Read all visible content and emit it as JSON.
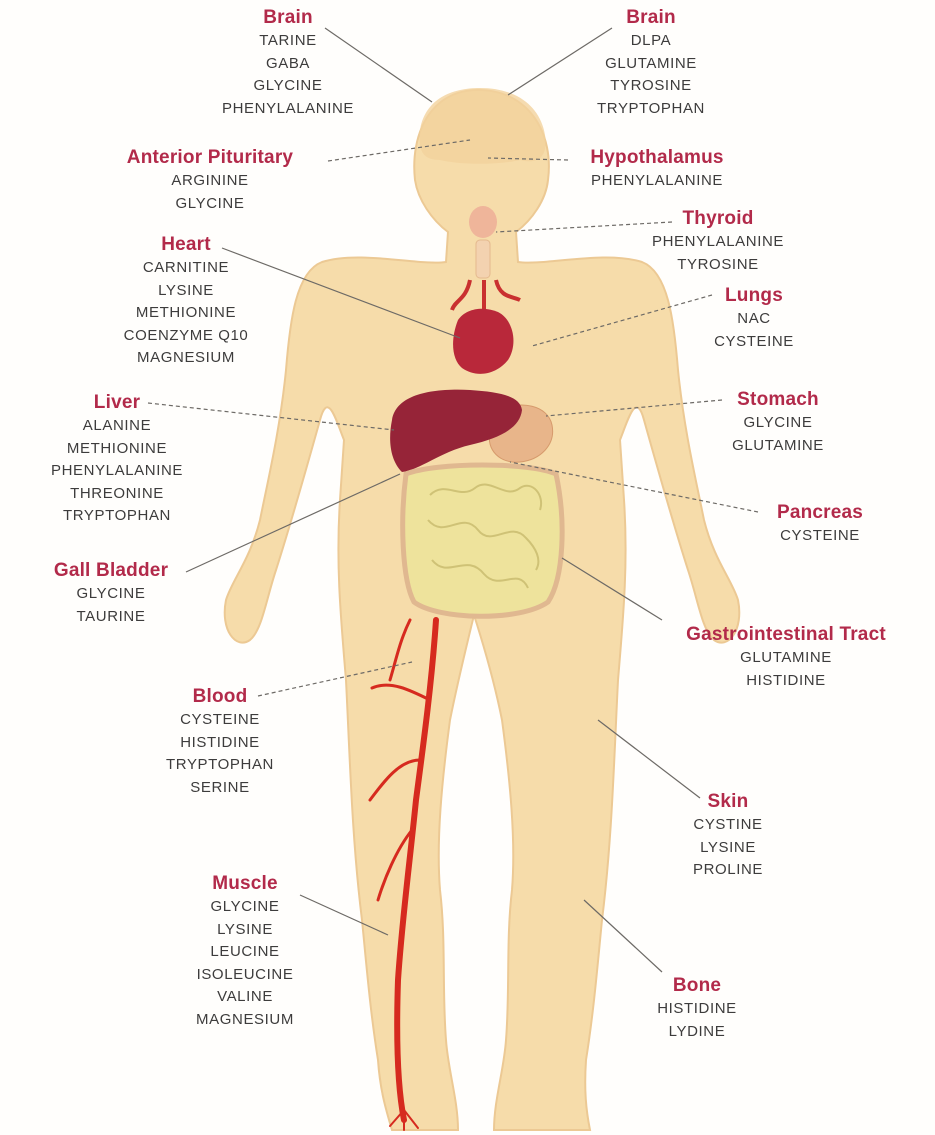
{
  "colors": {
    "organ_label": "#b22a4a",
    "nutrient_text": "#3d3c3c",
    "skin": "#f6dcaa",
    "artery": "#d62a1f",
    "heart": "#b9283a",
    "liver": "#962438",
    "stomach": "#e8b58a",
    "intestine": "#f0eca8"
  },
  "organs": [
    {
      "id": "brain-left",
      "name": "Brain",
      "nutrients": [
        "TARINE",
        "GABA",
        "GLYCINE",
        "PHENYLALANINE"
      ]
    },
    {
      "id": "brain-right",
      "name": "Brain",
      "nutrients": [
        "DLPA",
        "GLUTAMINE",
        "TYROSINE",
        "TRYPTOPHAN"
      ]
    },
    {
      "id": "anterior-pituitary",
      "name": "Anterior Pituritary",
      "nutrients": [
        "ARGININE",
        "GLYCINE"
      ]
    },
    {
      "id": "hypothalamus",
      "name": "Hypothalamus",
      "nutrients": [
        "PHENYLALANINE"
      ]
    },
    {
      "id": "thyroid",
      "name": "Thyroid",
      "nutrients": [
        "PHENYLALANINE",
        "TYROSINE"
      ]
    },
    {
      "id": "heart",
      "name": "Heart",
      "nutrients": [
        "CARNITINE",
        "LYSINE",
        "METHIONINE",
        "COENZYME Q10",
        "MAGNESIUM"
      ]
    },
    {
      "id": "lungs",
      "name": "Lungs",
      "nutrients": [
        "NAC",
        "CYSTEINE"
      ]
    },
    {
      "id": "liver",
      "name": "Liver",
      "nutrients": [
        "ALANINE",
        "METHIONINE",
        "PHENYLALANINE",
        "THREONINE",
        "TRYPTOPHAN"
      ]
    },
    {
      "id": "stomach",
      "name": "Stomach",
      "nutrients": [
        "GLYCINE",
        "GLUTAMINE"
      ]
    },
    {
      "id": "pancreas",
      "name": "Pancreas",
      "nutrients": [
        "CYSTEINE"
      ]
    },
    {
      "id": "gall-bladder",
      "name": "Gall Bladder",
      "nutrients": [
        "GLYCINE",
        "TAURINE"
      ]
    },
    {
      "id": "gastrointestinal-tract",
      "name": "Gastrointestinal Tract",
      "nutrients": [
        "GLUTAMINE",
        "HISTIDINE"
      ]
    },
    {
      "id": "blood",
      "name": "Blood",
      "nutrients": [
        "CYSTEINE",
        "HISTIDINE",
        "TRYPTOPHAN",
        "SERINE"
      ]
    },
    {
      "id": "skin",
      "name": "Skin",
      "nutrients": [
        "CYSTINE",
        "LYSINE",
        "PROLINE"
      ]
    },
    {
      "id": "muscle",
      "name": "Muscle",
      "nutrients": [
        "GLYCINE",
        "LYSINE",
        "LEUCINE",
        "ISOLEUCINE",
        "VALINE",
        "MAGNESIUM"
      ]
    },
    {
      "id": "bone",
      "name": "Bone",
      "nutrients": [
        "HISTIDINE",
        "LYDINE"
      ]
    }
  ]
}
